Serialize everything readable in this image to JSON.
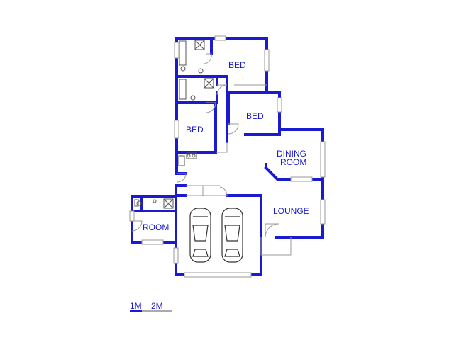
{
  "rooms": {
    "bed1": "BED",
    "bed2": "BED",
    "bed3": "BED",
    "dining_line1": "DINING",
    "dining_line2": "ROOM",
    "lounge": "LOUNGE",
    "room": "ROOM"
  },
  "scale": {
    "label_1": "1M",
    "label_2": "2M"
  },
  "colors": {
    "wall": "#1a1ad0",
    "fixture": "#555555"
  }
}
